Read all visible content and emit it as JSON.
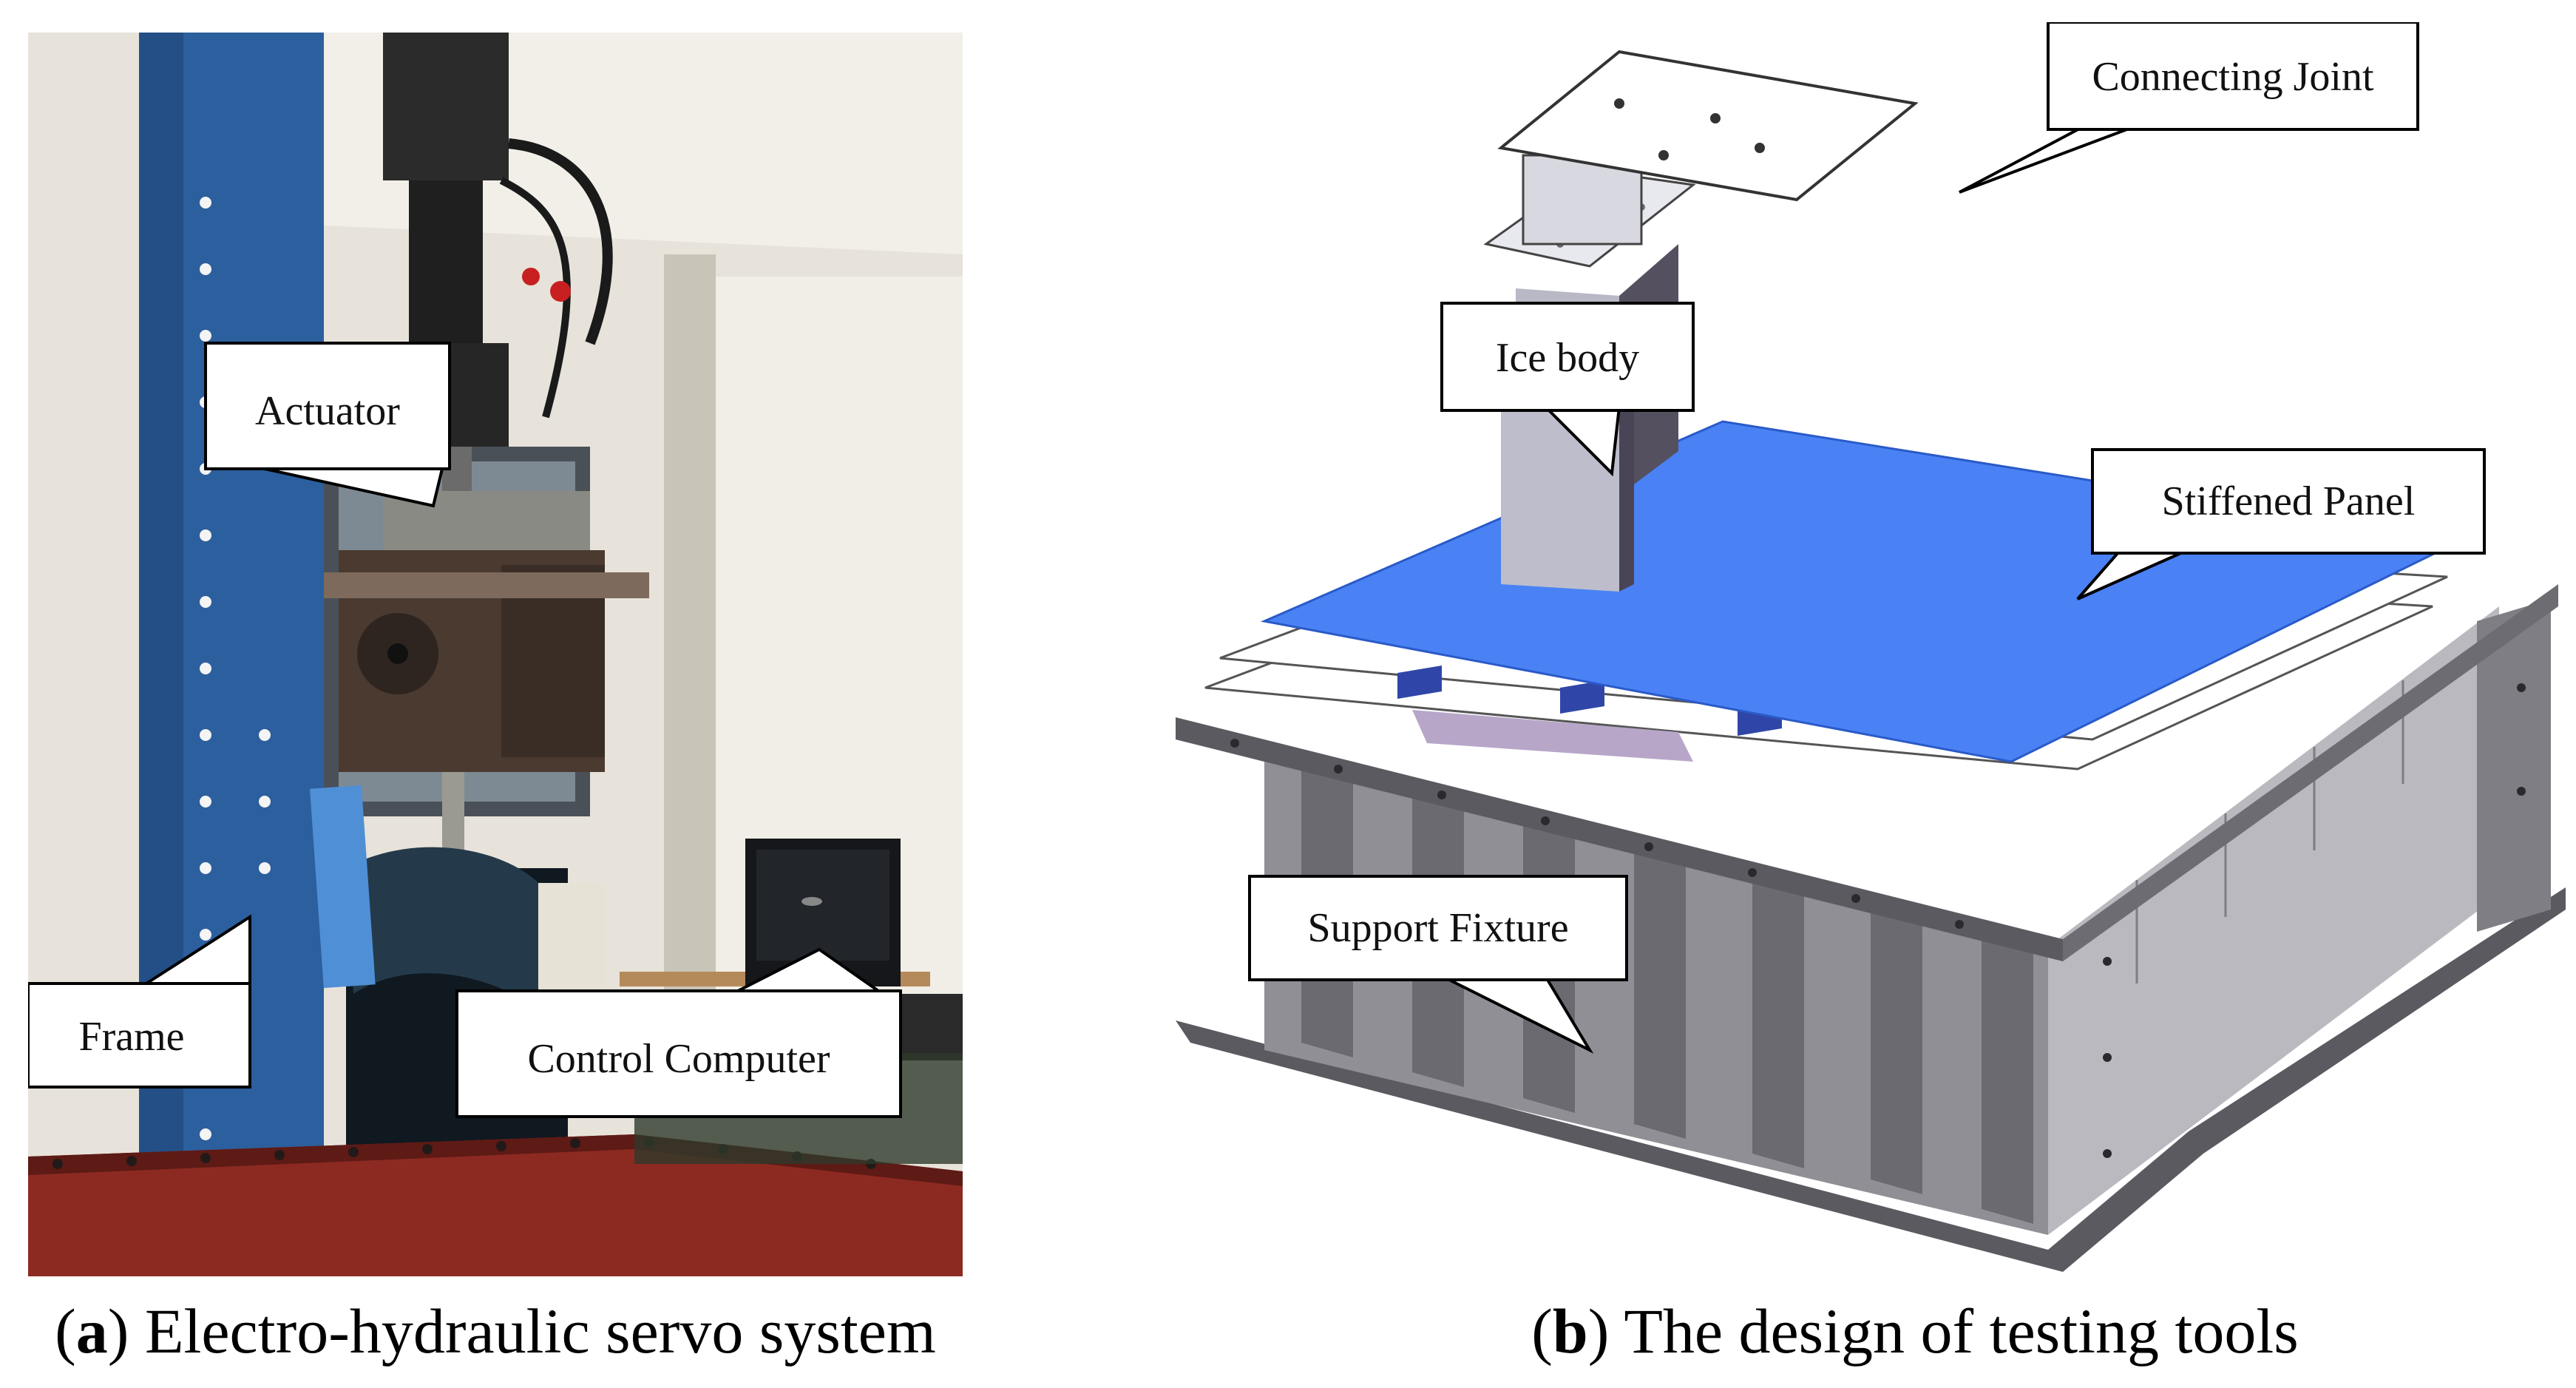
{
  "panel_a": {
    "labels": {
      "actuator": "Actuator",
      "frame": "Frame",
      "control_computer": "Control Computer"
    },
    "caption_letter": "a",
    "caption_text": "Electro-hydraulic servo system"
  },
  "panel_b": {
    "labels": {
      "connecting_joint": "Connecting Joint",
      "ice_body": "Ice body",
      "stiffened_panel": "Stiffened Panel",
      "support_fixture": "Support Fixture"
    },
    "caption_letter": "b",
    "caption_text": "The design of testing tools"
  },
  "colors": {
    "frame_blue": "#2c5f9e",
    "plate_blue": "#3f7ff0",
    "floor_red": "#8c2a22",
    "fixture_gray": "#7a7a80"
  }
}
